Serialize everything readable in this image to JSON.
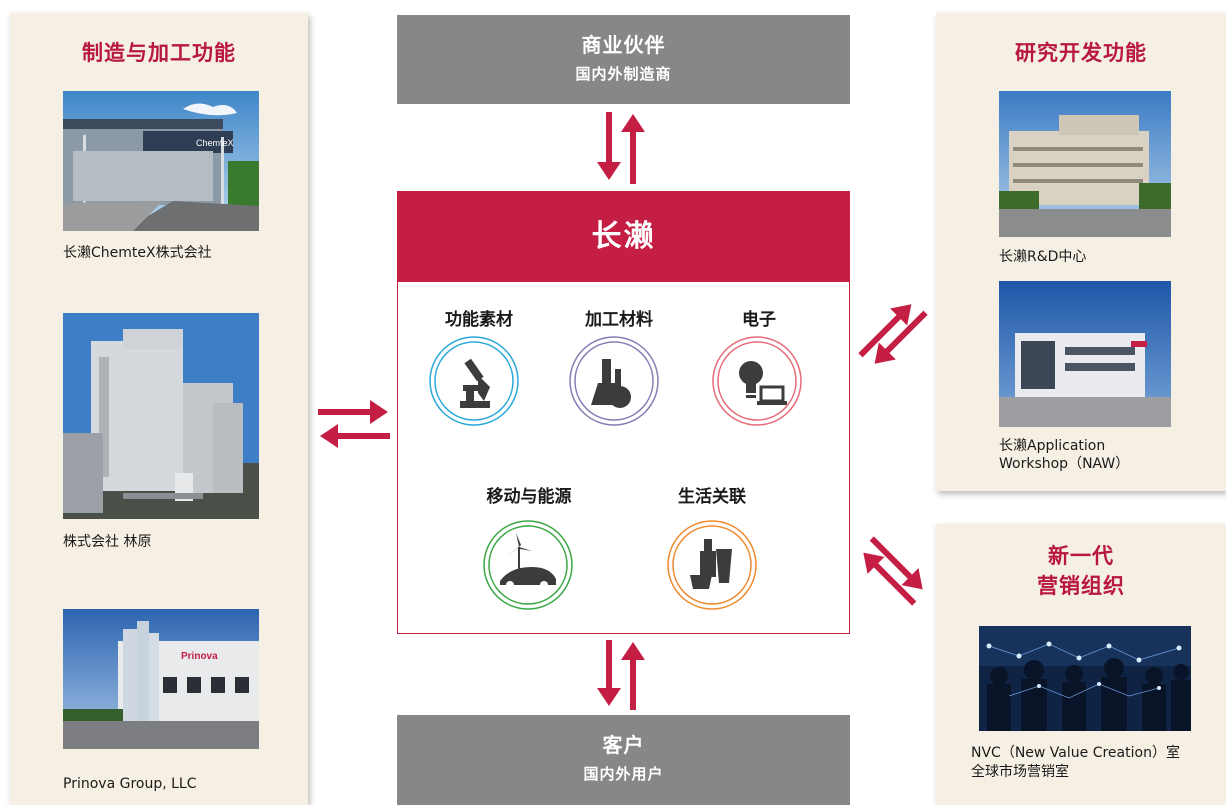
{
  "left_panel": {
    "title": "制造与加工功能",
    "items": [
      {
        "caption": "长濑ChemteX株式会社",
        "photo_sign": "ChemteX"
      },
      {
        "caption": "株式会社 林原"
      },
      {
        "caption": "Prinova Group, LLC",
        "photo_sign": "Prinova"
      }
    ]
  },
  "top_box": {
    "title": "商业伙伴",
    "subtitle": "国内外制造商"
  },
  "bottom_box": {
    "title": "客户",
    "subtitle": "国内外用户"
  },
  "center": {
    "title": "长濑",
    "segments": [
      {
        "label": "功能素材",
        "icon": "microscope-icon",
        "color": "#2aa8d8"
      },
      {
        "label": "加工材料",
        "icon": "flask-icon",
        "color": "#8a7bb5"
      },
      {
        "label": "电子",
        "icon": "lightbulb-laptop-icon",
        "color": "#e86a78"
      },
      {
        "label": "移动与能源",
        "icon": "car-windturbine-icon",
        "color": "#3aa845"
      },
      {
        "label": "生活关联",
        "icon": "cosmetics-icon",
        "color": "#ef8a2c"
      }
    ]
  },
  "right_top_panel": {
    "title": "研究开发功能",
    "items": [
      {
        "caption": "长濑R&D中心"
      },
      {
        "caption_lines": [
          "长濑Application",
          "Workshop（NAW）"
        ]
      }
    ]
  },
  "right_bottom_panel": {
    "title_lines": [
      "新一代",
      "营销组织"
    ],
    "caption_lines": [
      "NVC（New Value Creation）室",
      "全球市场营销室"
    ]
  },
  "colors": {
    "accent": "#c41e45",
    "panel_bg": "#f6f0e4",
    "gray_box": "#878787"
  }
}
